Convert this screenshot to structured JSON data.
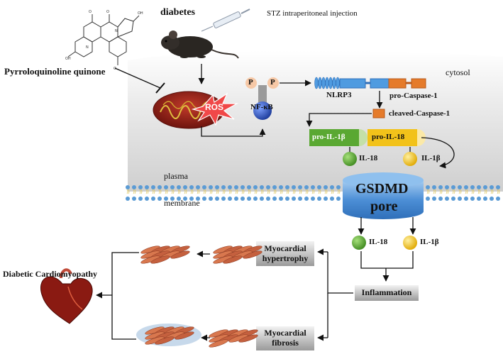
{
  "header": {
    "diabetes": "diabetes",
    "injection": "STZ intraperitoneal injection",
    "compound": "Pyrroloquinoline quinone"
  },
  "cell": {
    "cytosol": "cytosol",
    "plasma": "plasma",
    "membrane": "membrane"
  },
  "signaling": {
    "ros": "ROS",
    "nfkb": "NF-κB",
    "p1": "P",
    "p2": "P",
    "nlrp3": "NLRP3",
    "pro_caspase": "pro-Caspase-1",
    "cleaved_caspase": "cleaved-Caspase-1",
    "pro_il1b": "pro-IL-1β",
    "pro_il18": "pro-IL-18",
    "il18_in": "IL-18",
    "il1b_in": "IL-1β",
    "gsdmd": "GSDMD",
    "pore": "pore",
    "il18_out": "IL-18",
    "il1b_out": "IL-1β"
  },
  "outcomes": {
    "inflammation": "Inflammation",
    "hypertrophy_1": "Myocardial",
    "hypertrophy_2": "hypertrophy",
    "fibrosis_1": "Myocardial",
    "fibrosis_2": "fibrosis",
    "dcm": "Diabetic Cardiomyopathy"
  },
  "colors": {
    "il18_green": "#5aa832",
    "il1b_yellow": "#f2c21a",
    "nfkb_blue": "#2c53b8",
    "gsdmd_blue": "#4d8fd6",
    "nlrp3_blue": "#4f9be0",
    "caspase_orange": "#e57b2b",
    "mito_red": "#a0241c"
  }
}
